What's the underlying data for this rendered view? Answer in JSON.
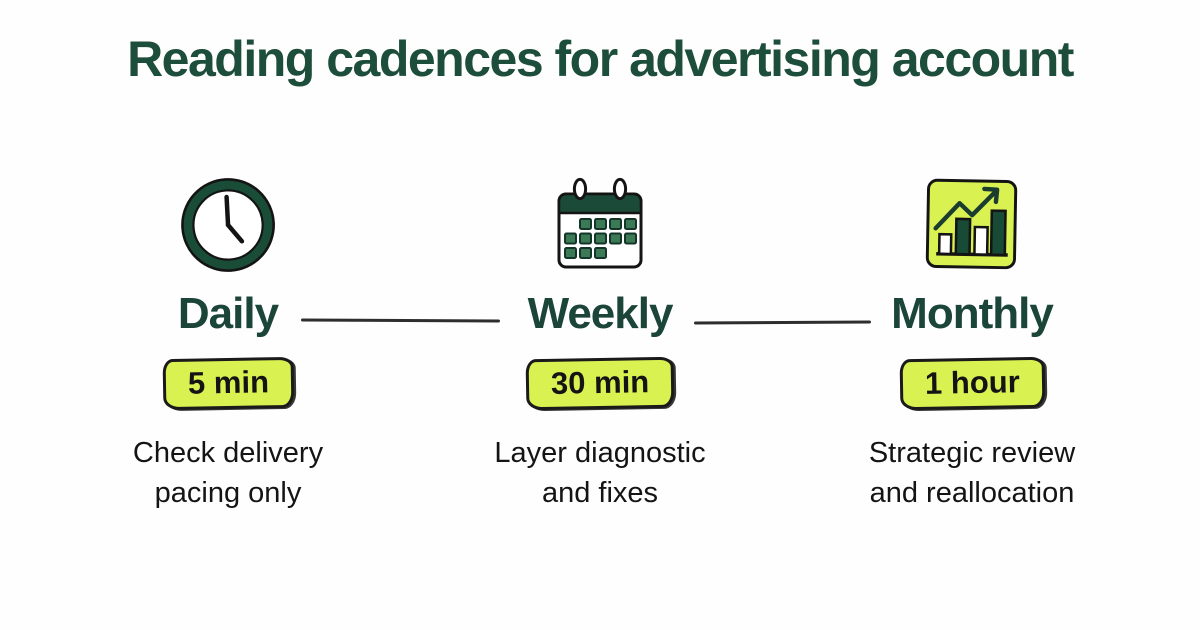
{
  "title": "Reading cadences for advertising account",
  "colors": {
    "title_green": "#1d4d3b",
    "label_green": "#1c4539",
    "lime": "#d9f151",
    "icon_dark_green": "#1a4d38",
    "text_black": "#141414",
    "background": "#fefefe"
  },
  "columns": [
    {
      "icon": "clock-icon",
      "label": "Daily",
      "badge": "5 min",
      "description_line1": "Check delivery",
      "description_line2": "pacing only"
    },
    {
      "icon": "calendar-icon",
      "label": "Weekly",
      "badge": "30 min",
      "description_line1": "Layer diagnostic",
      "description_line2": "and fixes"
    },
    {
      "icon": "bar-chart-icon",
      "label": "Monthly",
      "badge": "1 hour",
      "description_line1": "Strategic review",
      "description_line2": "and reallocation"
    }
  ]
}
